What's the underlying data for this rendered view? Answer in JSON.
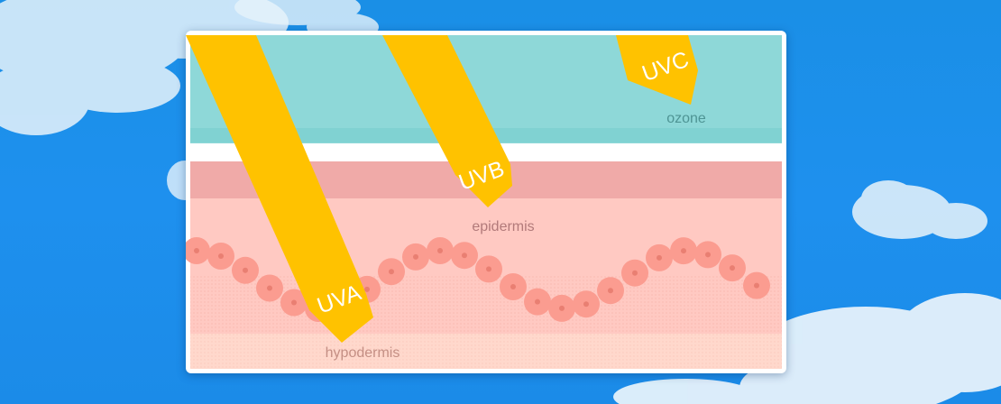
{
  "diagram": {
    "rays": {
      "uva": "UVA",
      "uvb": "UVB",
      "uvc": "UVC"
    },
    "layers": {
      "ozone": "ozone",
      "epidermis": "epidermis",
      "hypodermis": "hypodermis"
    }
  },
  "colors": {
    "sky": "#1e90ee",
    "ozone": "#8ed8d8",
    "epidermis_top": "#f0aaa8",
    "epidermis": "#ffc9c2",
    "cells": "#fb9c90",
    "hypodermis": "#ffd8cc",
    "ray": "#ffc200"
  }
}
